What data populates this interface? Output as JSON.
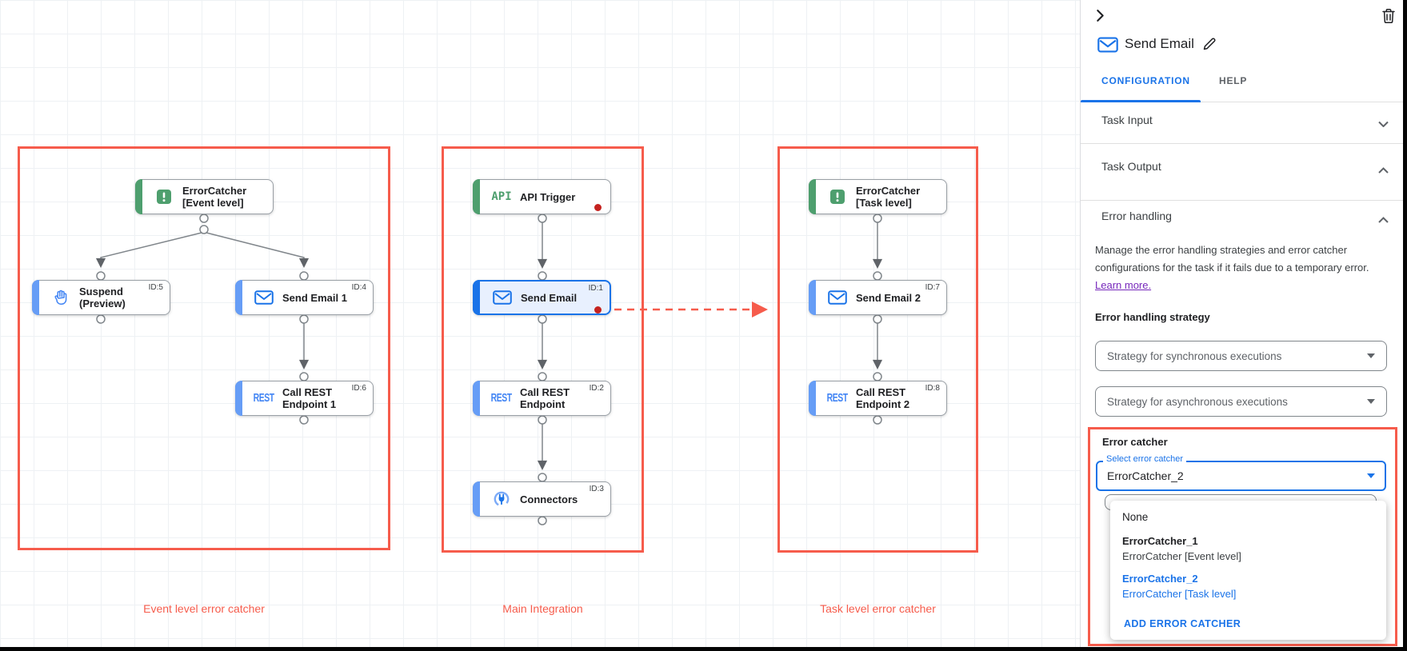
{
  "canvas": {
    "groups": [
      {
        "label": "Event level error catcher"
      },
      {
        "label": "Main Integration"
      },
      {
        "label": "Task level error catcher"
      }
    ],
    "nodes": {
      "ec_event": {
        "line1": "ErrorCatcher",
        "line2": "[Event level]",
        "id": ""
      },
      "suspend": {
        "line1": "Suspend",
        "line2": "(Preview)",
        "id": "ID:5"
      },
      "send_email_1": {
        "line1": "Send Email 1",
        "line2": "",
        "id": "ID:4"
      },
      "call_rest_1": {
        "line1": "Call REST",
        "line2": "Endpoint 1",
        "id": "ID:6"
      },
      "api_trigger": {
        "line1": "API Trigger",
        "line2": "",
        "id": ""
      },
      "send_email": {
        "line1": "Send Email",
        "line2": "",
        "id": "ID:1"
      },
      "call_rest": {
        "line1": "Call REST",
        "line2": "Endpoint",
        "id": "ID:2"
      },
      "connectors": {
        "line1": "Connectors",
        "line2": "",
        "id": "ID:3"
      },
      "ec_task": {
        "line1": "ErrorCatcher",
        "line2": "[Task level]",
        "id": ""
      },
      "send_email_2": {
        "line1": "Send Email 2",
        "line2": "",
        "id": "ID:7"
      },
      "call_rest_2": {
        "line1": "Call REST",
        "line2": "Endpoint 2",
        "id": "ID:8"
      }
    },
    "icon_glyphs": {
      "api": "API",
      "rest": "REST"
    }
  },
  "panel": {
    "title": "Send Email",
    "tabs": {
      "configuration": "CONFIGURATION",
      "help": "HELP"
    },
    "sections": {
      "task_input": "Task Input",
      "task_output": "Task Output",
      "error_handling": "Error handling"
    },
    "error_handling": {
      "description": "Manage the error handling strategies and error catcher configurations for the task if it fails due to a temporary error.",
      "learn_more": "Learn more.",
      "strategy_label": "Error handling strategy",
      "sync_value": "Strategy for synchronous executions",
      "async_value": "Strategy for asynchronous executions",
      "error_catcher_label": "Error catcher",
      "select_label": "Select error catcher",
      "select_value": "ErrorCatcher_2",
      "menu": {
        "none": "None",
        "items": [
          {
            "title": "ErrorCatcher_1",
            "subtitle": "ErrorCatcher [Event level]"
          },
          {
            "title": "ErrorCatcher_2",
            "subtitle": "ErrorCatcher [Task level]"
          }
        ],
        "add_button": "ADD ERROR CATCHER"
      }
    },
    "icons": [
      "collapse-chevron-right",
      "trash",
      "email-envelope",
      "edit-pencil",
      "chevron-down",
      "chevron-up",
      "dropdown-caret"
    ]
  },
  "colors": {
    "accent_blue": "#1a73e8",
    "node_blue_accent": "#669df6",
    "node_green_accent": "#4e9f6e",
    "selected_node_bg": "#e8f0fe",
    "annotation_red": "#f65c4c",
    "error_dot_red": "#c5221f",
    "link_purple": "#7627bb",
    "connector_gray": "#80868b"
  }
}
